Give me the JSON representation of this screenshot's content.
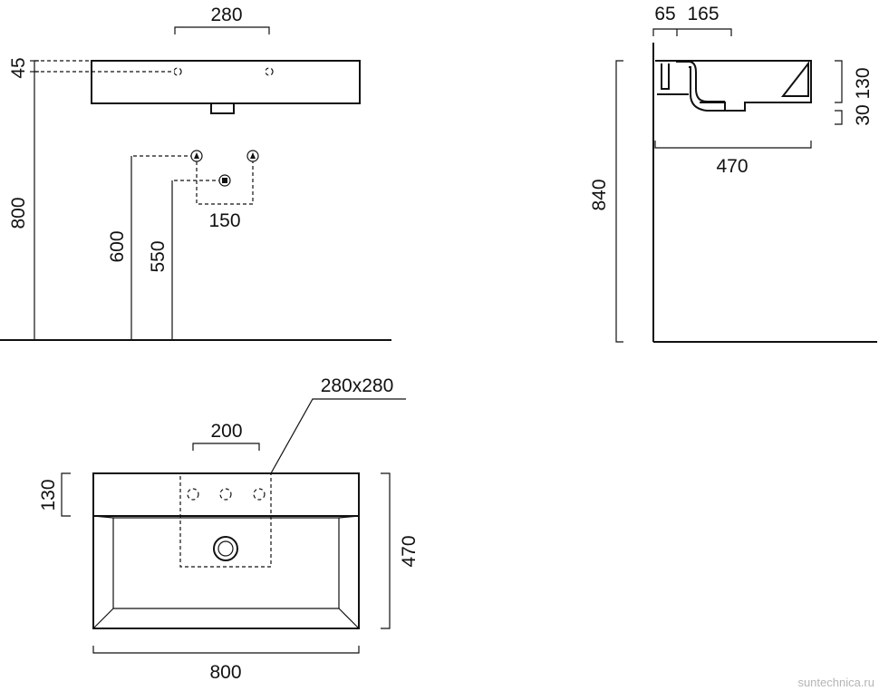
{
  "front_view": {
    "dim_width_top": "280",
    "dim_rim": "45",
    "dim_height_total": "800",
    "dim_supply_height": "600",
    "dim_waste_height": "550",
    "dim_supply_spacing": "150"
  },
  "side_view": {
    "dim_offset_a": "65",
    "dim_offset_b": "165",
    "dim_depth": "470",
    "dim_height": "840",
    "dim_bowl_depth": "130",
    "dim_outlet": "30"
  },
  "top_view": {
    "dim_tap_zone": "280x280",
    "dim_hole_spacing": "200",
    "dim_deck": "130",
    "dim_depth": "470",
    "dim_width": "800"
  },
  "watermark": "suntechnica.ru"
}
